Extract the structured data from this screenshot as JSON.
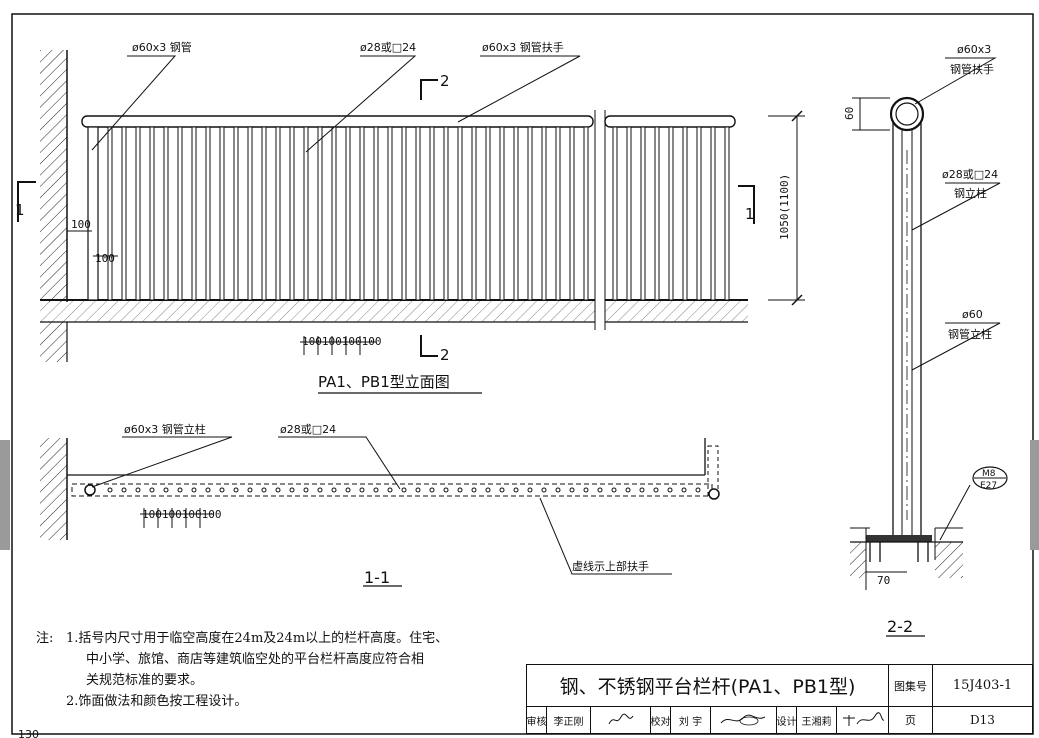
{
  "labels": {
    "top_pipe": "ø60x3 钢管",
    "top_bar": "ø28或□24",
    "top_handrail": "ø60x3 钢管扶手",
    "section_2": "2",
    "section_1": "1",
    "dim_100_a": "100",
    "dim_100_b": "100",
    "dim_height": "1050(1100)",
    "dim_spacing": "100100100100",
    "elev_title": "PA1、PB1型立面图",
    "plan_post": "ø60x3 钢管立柱",
    "plan_bar": "ø28或□24",
    "plan_spacing": "100100100100",
    "plan_dashed": "虚线示上部扶手",
    "plan_title": "1-1",
    "s22_rail_a": "ø60x3",
    "s22_rail_b": "钢管扶手",
    "s22_dim60": "60",
    "s22_bar_a": "ø28或□24",
    "s22_bar_b": "钢立柱",
    "s22_post_a": "ø60",
    "s22_post_b": "钢管立柱",
    "s22_tag_a": "M8",
    "s22_tag_b": "E27",
    "s22_dim70": "70",
    "s22_title": "2-2"
  },
  "notes": {
    "prefix": "注:",
    "line1": "1.括号内尺寸用于临空高度在24m及24m以上的栏杆高度。住宅、",
    "line2": "中小学、旅馆、商店等建筑临空处的平台栏杆高度应符合相",
    "line3": "关规范标准的要求。",
    "line4": "2.饰面做法和颜色按工程设计。"
  },
  "title_block": {
    "title": "钢、不锈钢平台栏杆(PA1、PB1型)",
    "atlas_label": "图集号",
    "atlas_no": "15J403-1",
    "review_label": "审核",
    "review_name": "李正刚",
    "check_label": "校对",
    "check_name": "刘 宇",
    "design_label": "设计",
    "design_name": "王湘莉",
    "page_label": "页",
    "page_no": "D13"
  },
  "footer_page": "130"
}
